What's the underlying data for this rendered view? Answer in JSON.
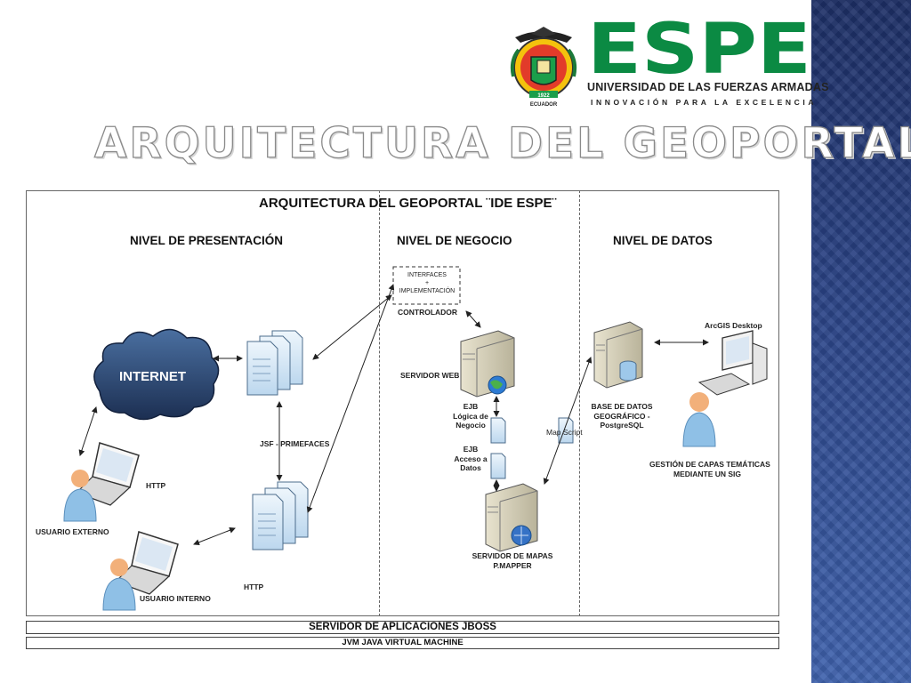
{
  "brand": {
    "wordmark": "ESPE",
    "university": "UNIVERSIDAD DE LAS FUERZAS ARMADAS",
    "motto": "INNOVACIÓN PARA LA EXCELENCIA",
    "seal_year": "1922",
    "seal_country": "ECUADOR",
    "green": "#0b8a43",
    "side_band": "#2b4487"
  },
  "slide": {
    "title": "ARQUITECTURA DEL GEOPORTAL"
  },
  "diagram": {
    "title": "ARQUITECTURA DEL GEOPORTAL ¨IDE ESPE¨",
    "columns": {
      "presentation": "NIVEL DE PRESENTACIÓN",
      "business": "NIVEL DE NEGOCIO",
      "data": "NIVEL DE DATOS"
    },
    "presentation": {
      "internet": "INTERNET",
      "jsf": "JSF - PRIMEFACES",
      "http_top": "HTTP",
      "http_bottom": "HTTP",
      "external_user": "USUARIO EXTERNO",
      "internal_user": "USUARIO INTERNO"
    },
    "business": {
      "interfaces_line1": "INTERFACES",
      "interfaces_line2": "+",
      "interfaces_line3": "IMPLEMENTACIÓN",
      "controller": "CONTROLADOR",
      "web_server": "SERVIDOR WEB",
      "ejb_logic_1": "EJB",
      "ejb_logic_2": "Lógica de",
      "ejb_logic_3": "Negocio",
      "ejb_access_1": "EJB",
      "ejb_access_2": "Acceso a",
      "ejb_access_3": "Datos",
      "map_script": "Map Script",
      "map_server_1": "SERVIDOR DE MAPAS",
      "map_server_2": "P.MAPPER"
    },
    "data": {
      "arcgis": "ArcGIS Desktop",
      "db_1": "BASE DE DATOS",
      "db_2": "GEOGRÁFICO -",
      "db_3": "PostgreSQL",
      "gis_1": "GESTIÓN DE CAPAS TEMÁTICAS",
      "gis_2": "MEDIANTE UN SIG"
    }
  },
  "bars": {
    "app_server": "SERVIDOR DE APLICACIONES JBOSS",
    "jvm": "JVM JAVA VIRTUAL MACHINE"
  }
}
